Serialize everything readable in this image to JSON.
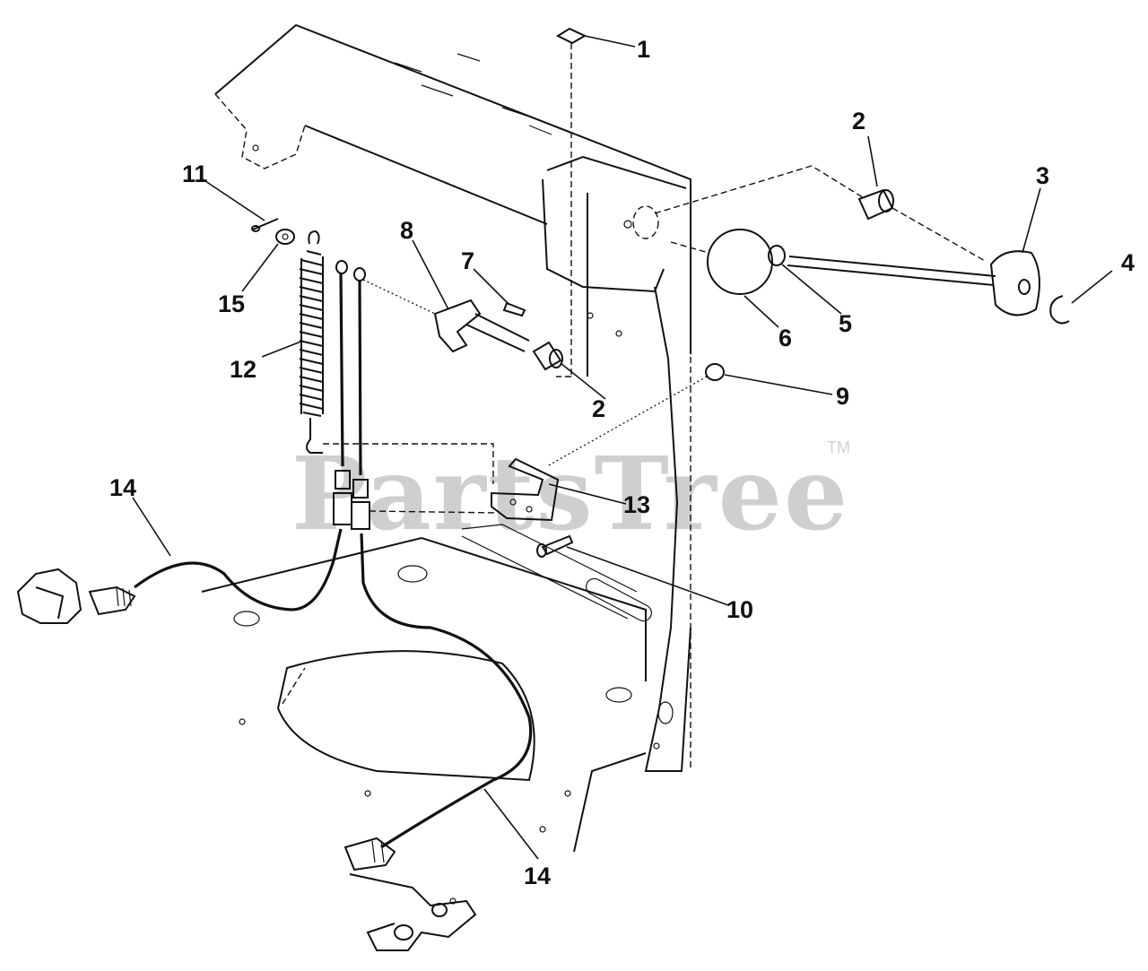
{
  "watermark": {
    "text": "PartsTree",
    "trademark": "TM"
  },
  "callouts": [
    "1",
    "2",
    "3",
    "4",
    "5",
    "6",
    "7",
    "8",
    "9",
    "10",
    "11",
    "12",
    "13",
    "14",
    "15",
    "2",
    "14"
  ]
}
